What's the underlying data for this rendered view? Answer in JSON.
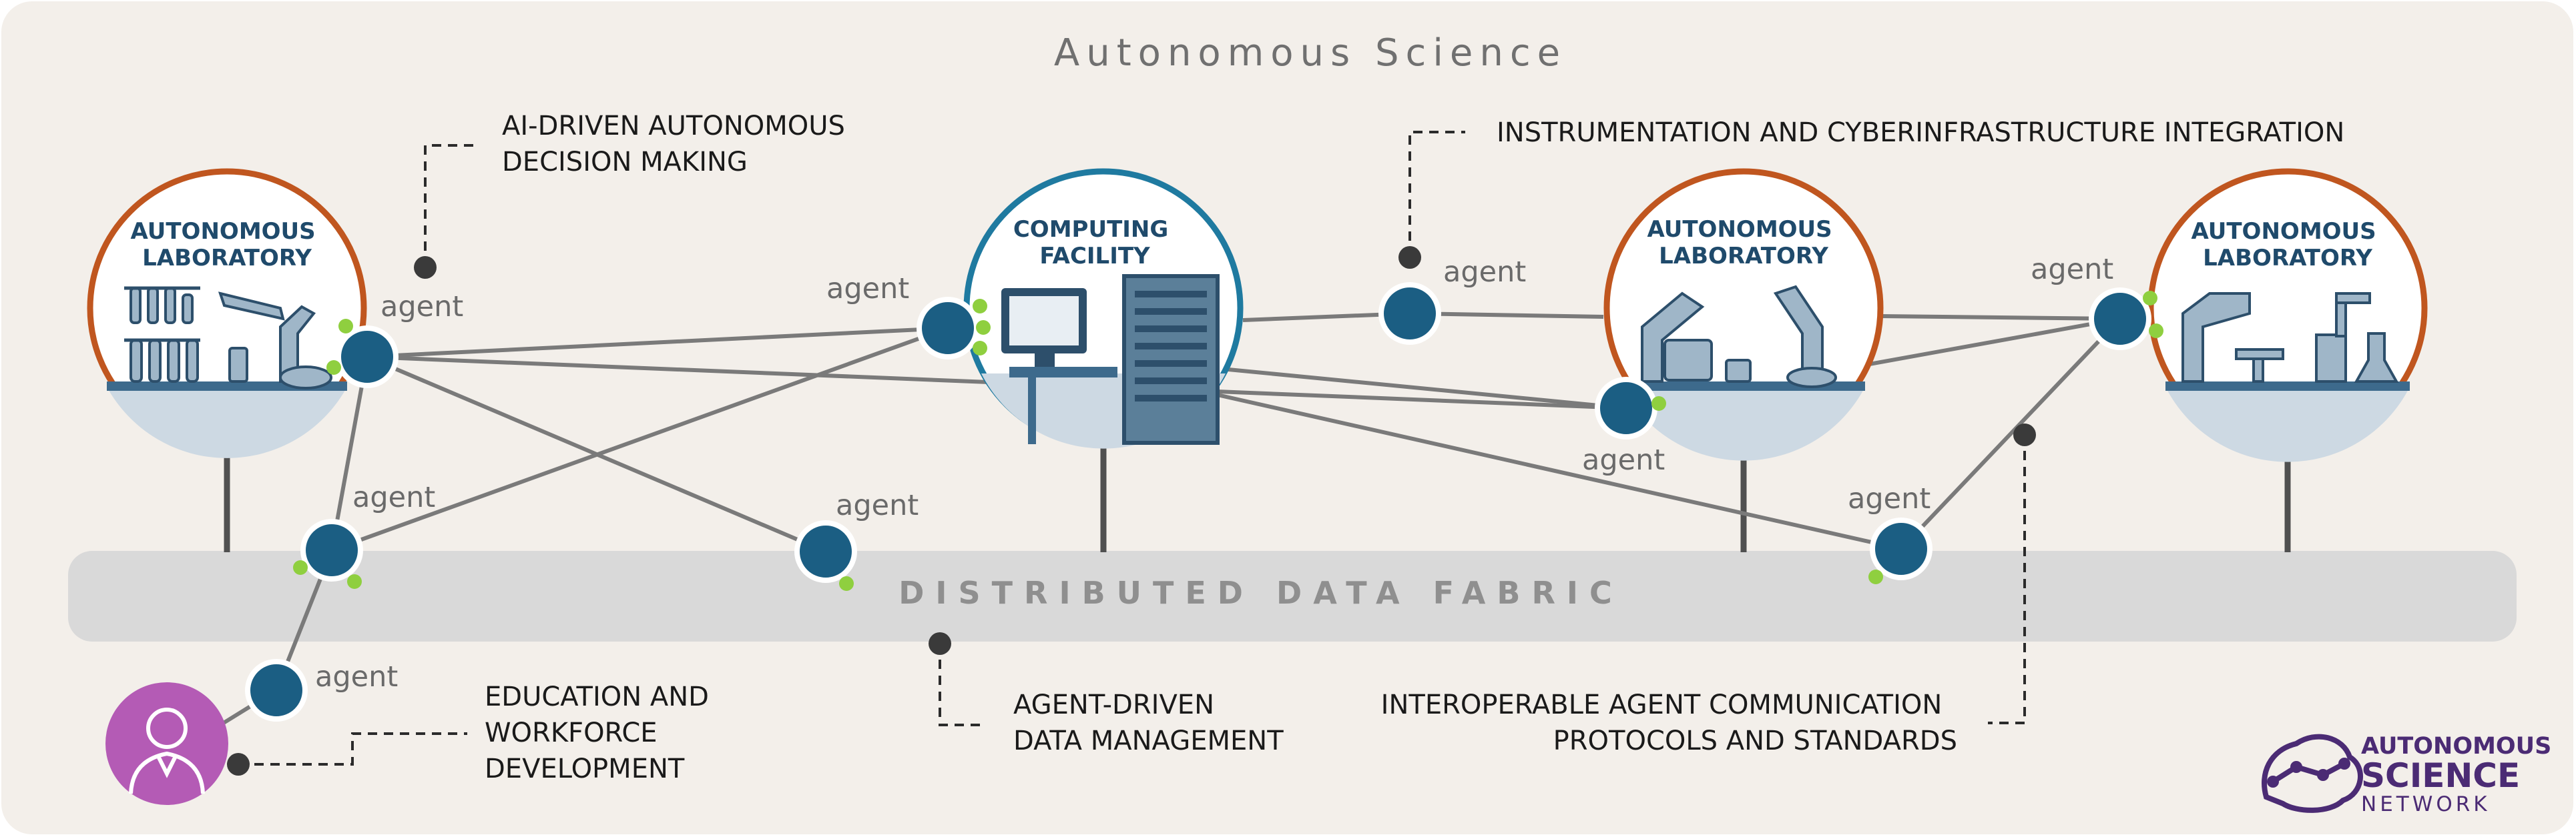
{
  "title": "Autonomous Science",
  "fabric": {
    "label": "DISTRIBUTED DATA FABRIC"
  },
  "agent_label": "agent",
  "sites": [
    {
      "id": "lab-1",
      "kind": "laboratory",
      "label_lines": [
        "AUTONOMOUS",
        "LABORATORY"
      ],
      "ring_color": "#c0561f"
    },
    {
      "id": "computing",
      "kind": "computing",
      "label_lines": [
        "COMPUTING",
        "FACILITY"
      ],
      "ring_color": "#1f7aa0"
    },
    {
      "id": "lab-2",
      "kind": "laboratory",
      "label_lines": [
        "AUTONOMOUS",
        "LABORATORY"
      ],
      "ring_color": "#c0561f"
    },
    {
      "id": "lab-3",
      "kind": "laboratory",
      "label_lines": [
        "AUTONOMOUS",
        "LABORATORY"
      ],
      "ring_color": "#c0561f"
    }
  ],
  "callouts": [
    {
      "id": "ai-decision",
      "lines": [
        "AI-DRIVEN AUTONOMOUS",
        "DECISION MAKING"
      ]
    },
    {
      "id": "instrumentation",
      "lines": [
        "INSTRUMENTATION AND CYBERINFRASTRUCTURE INTEGRATION"
      ]
    },
    {
      "id": "education",
      "lines": [
        "EDUCATION AND",
        "WORKFORCE",
        "DEVELOPMENT"
      ]
    },
    {
      "id": "data-management",
      "lines": [
        "AGENT-DRIVEN",
        "DATA MANAGEMENT"
      ]
    },
    {
      "id": "protocols",
      "lines": [
        "INTEROPERABLE AGENT COMMUNICATION",
        "PROTOCOLS AND STANDARDS"
      ]
    }
  ],
  "logo": {
    "line1": "AUTONOMOUS",
    "line2": "SCIENCE",
    "line3": "NETWORK"
  },
  "icons": {
    "scientist": "scientist-icon",
    "logo": "network-brain-icon"
  },
  "colors": {
    "background": "#f3efea",
    "fabric": "#d9d9d9",
    "agent": "#1b5e83",
    "agent_dot": "#8fcf3f",
    "lab_ring": "#c0561f",
    "computing_ring": "#1f7aa0",
    "connector": "#7a7a7a",
    "scientist": "#b45bb5",
    "logo": "#4b2b74"
  }
}
